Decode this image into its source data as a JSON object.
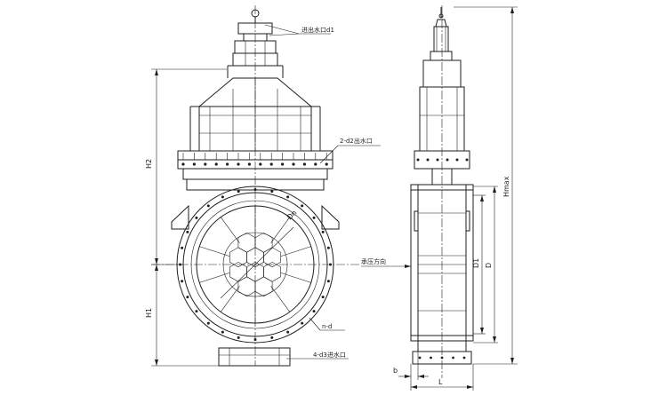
{
  "labels": {
    "inlet_top": "进出水口d1",
    "outlet_2": "2-d2出水口",
    "inlet_4": "4-d3进水口",
    "pressure_dir": "承压方向",
    "holes": "n-d",
    "dn": "Dn"
  },
  "dims": {
    "h2": "H2",
    "h1": "H1",
    "hmax": "Hmax",
    "d1": "D1",
    "d": "D",
    "b": "b",
    "l": "L"
  },
  "colors": {
    "line": "#1e1e1e",
    "background": "#ffffff"
  }
}
